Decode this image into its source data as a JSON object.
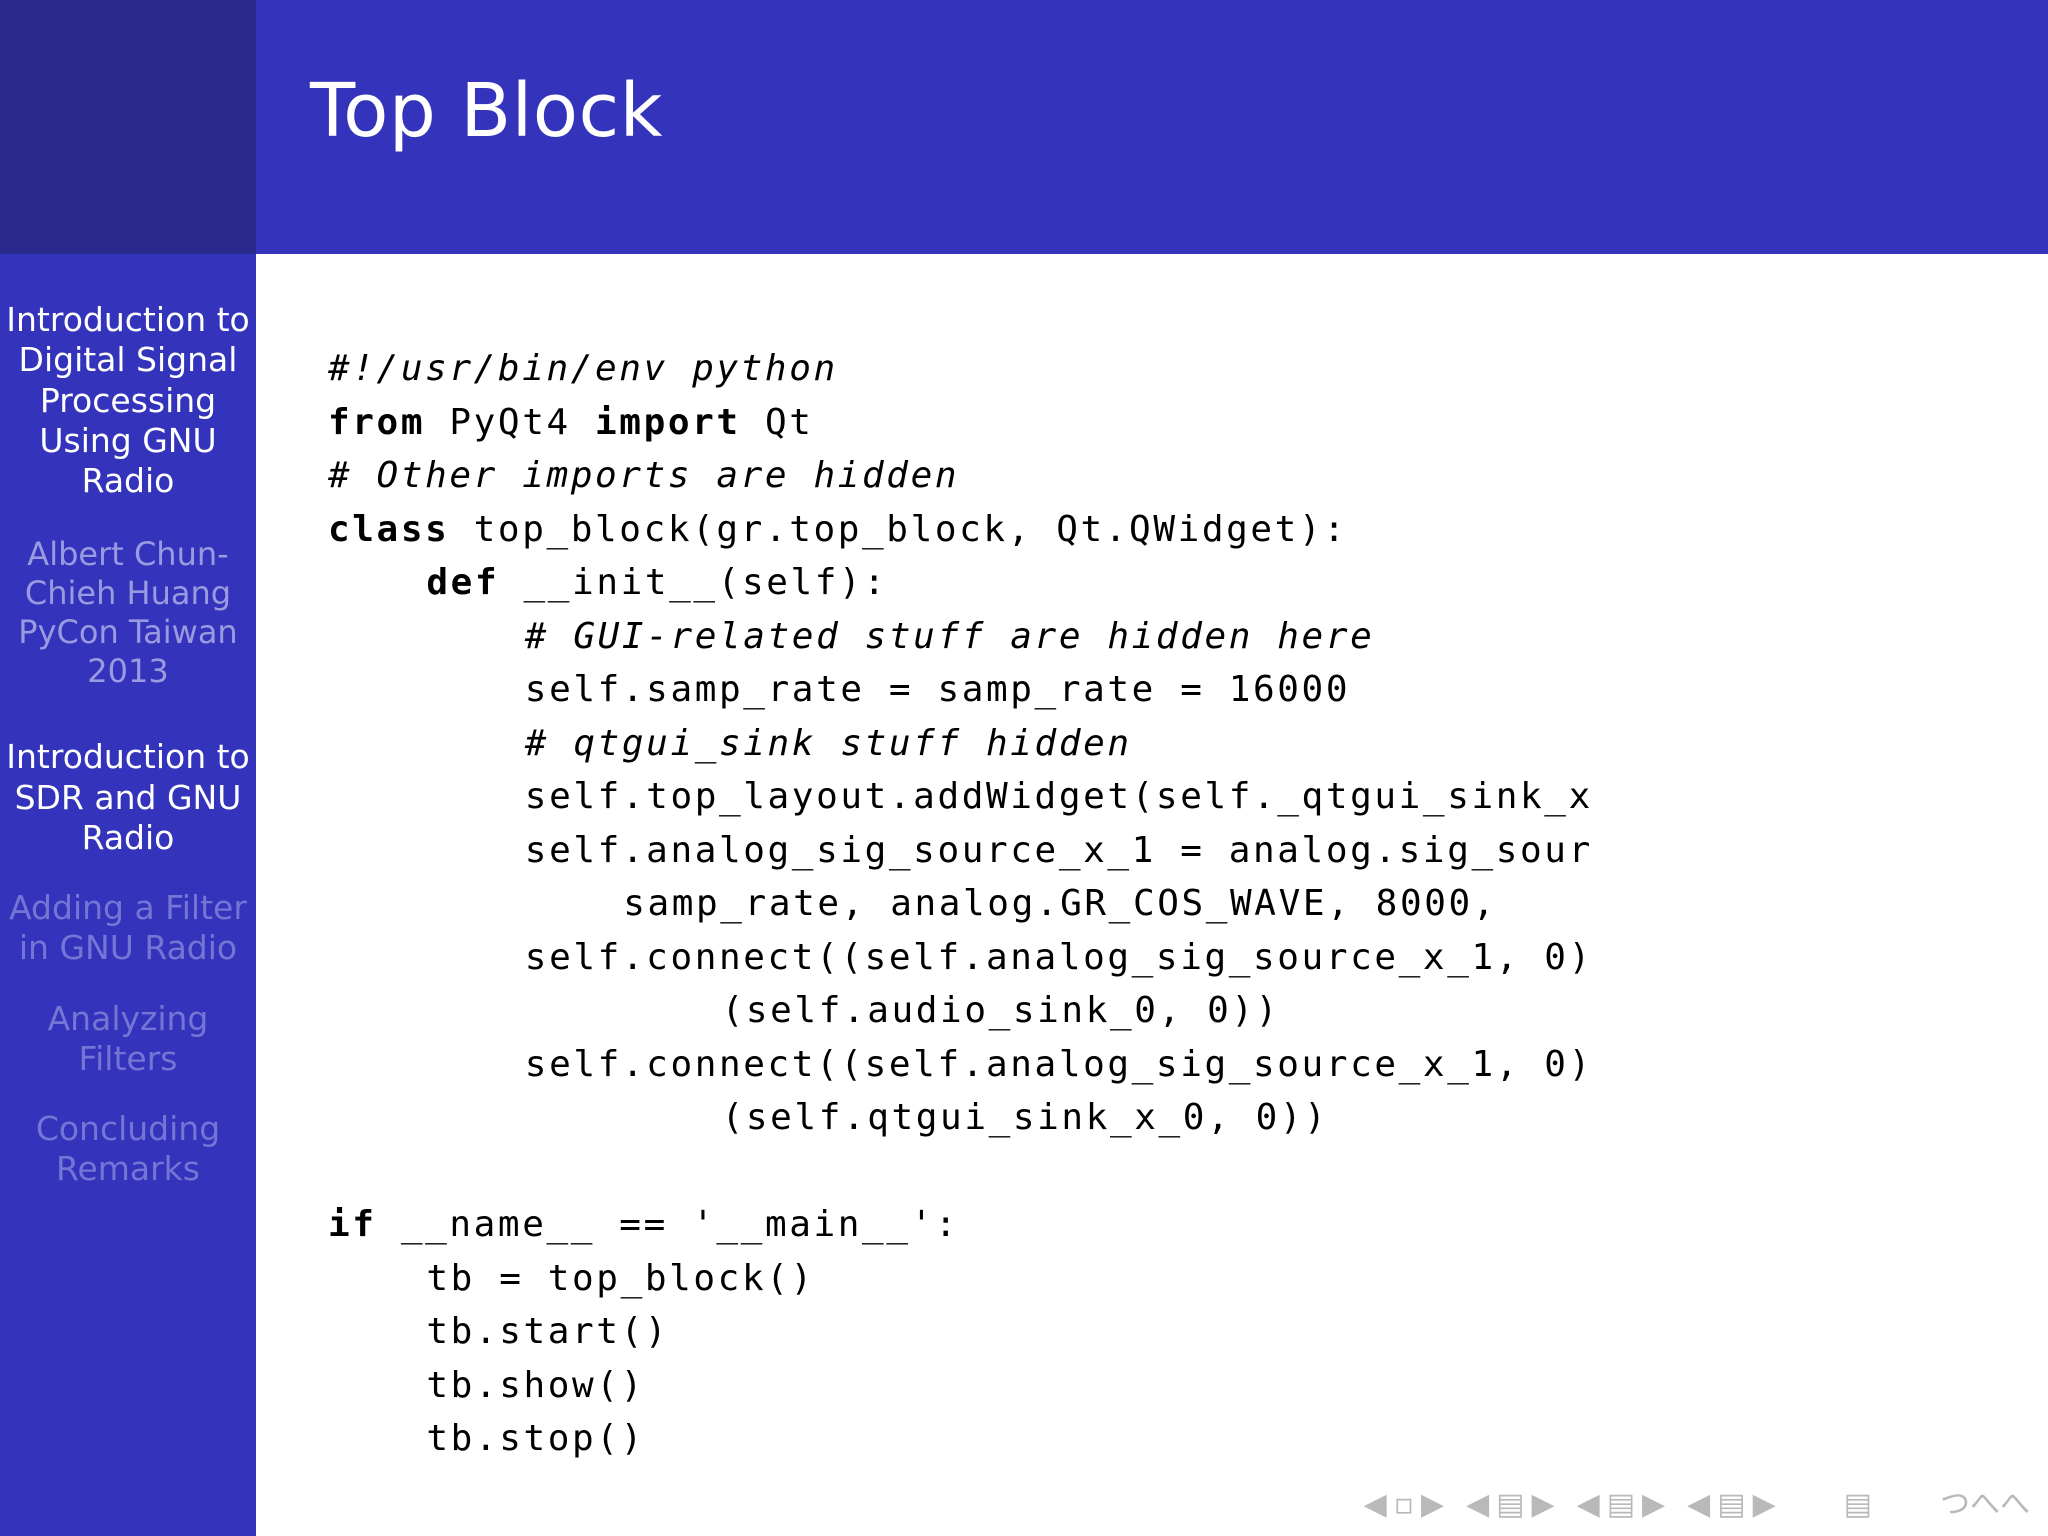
{
  "header": {
    "title": "Top Block"
  },
  "sidebar": {
    "title": "Introduction to Digital Signal Processing Using GNU Radio",
    "subtitle": "Albert Chun-Chieh Huang PyCon Taiwan 2013",
    "items": [
      {
        "label": "Introduction to SDR and GNU Radio",
        "active": true
      },
      {
        "label": "Adding a Filter in GNU Radio",
        "active": false
      },
      {
        "label": "Analyzing Filters",
        "active": false
      },
      {
        "label": "Concluding Remarks",
        "active": false
      }
    ]
  },
  "code": {
    "language": "python",
    "lines": [
      {
        "n": "1",
        "indent": 0,
        "style": "comment",
        "text": "#!/usr/bin/env python"
      },
      {
        "n": "2",
        "indent": 0,
        "style": "code",
        "text": "from PyQt4 import Qt",
        "keywords": [
          "from",
          "import"
        ]
      },
      {
        "n": "3",
        "indent": 0,
        "style": "comment",
        "text": "# Other imports are hidden"
      },
      {
        "n": "4",
        "indent": 0,
        "style": "code",
        "text": "class top_block(gr.top_block, Qt.QWidget):",
        "keywords": [
          "class"
        ]
      },
      {
        "n": "5",
        "indent": 4,
        "style": "code",
        "text": "def __init__(self):",
        "keywords": [
          "def"
        ]
      },
      {
        "n": "6",
        "indent": 8,
        "style": "comment",
        "text": "# GUI-related stuff are hidden here"
      },
      {
        "n": "7",
        "indent": 8,
        "style": "code",
        "text": "self.samp_rate = samp_rate = 16000"
      },
      {
        "n": "8",
        "indent": 8,
        "style": "comment",
        "text": "# qtgui_sink stuff hidden"
      },
      {
        "n": "9",
        "indent": 8,
        "style": "code",
        "text": "self.top_layout.addWidget(self._qtgui_sink_x"
      },
      {
        "n": "10",
        "indent": 8,
        "style": "code",
        "text": "self.analog_sig_source_x_1 = analog.sig_sour"
      },
      {
        "n": "11",
        "indent": 12,
        "style": "code",
        "text": "samp_rate, analog.GR_COS_WAVE, 8000,"
      },
      {
        "n": "12",
        "indent": 8,
        "style": "code",
        "text": "self.connect((self.analog_sig_source_x_1, 0)"
      },
      {
        "n": "13",
        "indent": 16,
        "style": "code",
        "text": "(self.audio_sink_0, 0))"
      },
      {
        "n": "14",
        "indent": 8,
        "style": "code",
        "text": "self.connect((self.analog_sig_source_x_1, 0)"
      },
      {
        "n": "15",
        "indent": 16,
        "style": "code",
        "text": "(self.qtgui_sink_x_0, 0))"
      },
      {
        "n": "16",
        "indent": 0,
        "style": "code",
        "text": ""
      },
      {
        "n": "17",
        "indent": 0,
        "style": "code",
        "text": "if __name__ == '__main__':",
        "keywords": [
          "if"
        ]
      },
      {
        "n": "18",
        "indent": 4,
        "style": "code",
        "text": "tb = top_block()"
      },
      {
        "n": "19",
        "indent": 4,
        "style": "code",
        "text": "tb.start()"
      },
      {
        "n": "20",
        "indent": 4,
        "style": "code",
        "text": "tb.show()"
      },
      {
        "n": "21",
        "indent": 4,
        "style": "code",
        "text": "tb.stop()"
      }
    ]
  },
  "navigation": {
    "first_slide": "◀",
    "prev_slide": "◀",
    "prev_frame": "◀",
    "next_frame": "▶",
    "next_slide": "▶",
    "last_slide": "▶",
    "glyph_square": "▫",
    "glyph_doc": "▤",
    "glyph_lines": "▤",
    "glyph_end": "▤",
    "spinner": "つへへ"
  },
  "colors": {
    "header_bg": "#3333bb",
    "corner_bg": "#2a2a8c",
    "sidebar_bg": "#3333bb",
    "sidebar_active": "#ffffff",
    "sidebar_dim": "#7575d6",
    "body_bg": "#ffffff",
    "code_fg": "#000000"
  }
}
